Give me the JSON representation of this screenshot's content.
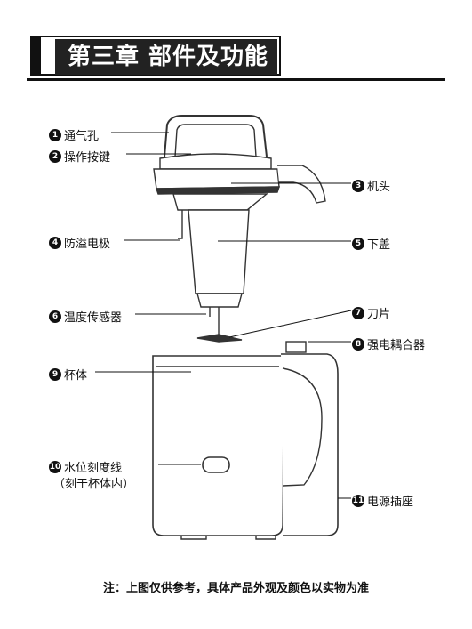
{
  "header": {
    "title": "第三章  部件及功能"
  },
  "parts": [
    {
      "num": "1",
      "label": "通气孔"
    },
    {
      "num": "2",
      "label": "操作按键"
    },
    {
      "num": "3",
      "label": "机头"
    },
    {
      "num": "4",
      "label": "防溢电极"
    },
    {
      "num": "5",
      "label": "下盖"
    },
    {
      "num": "6",
      "label": "温度传感器"
    },
    {
      "num": "7",
      "label": "刀片"
    },
    {
      "num": "8",
      "label": "强电耦合器"
    },
    {
      "num": "9",
      "label": "杯体"
    },
    {
      "num": "10",
      "label": "水位刻度线",
      "sublabel": "（刻于杯体内）"
    },
    {
      "num": "11",
      "label": "电源插座"
    }
  ],
  "footer": {
    "note": "注：上图仅供参考，具体产品外观及颜色以实物为准"
  }
}
